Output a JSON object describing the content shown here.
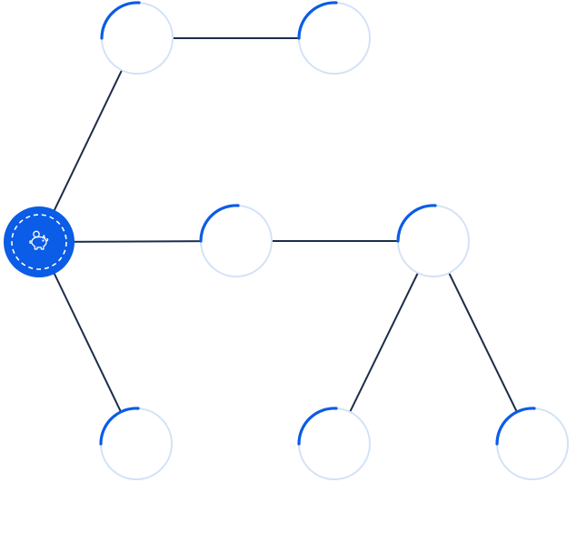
{
  "colors": {
    "background": "#ffffff",
    "edge": "#1c2d4a",
    "ring": "#d3e2f6",
    "accent": "#0b5ce6",
    "icon": "#ffffff"
  },
  "graph": {
    "nodes": [
      {
        "id": "root",
        "active": true,
        "icon": "piggy-bank-icon"
      },
      {
        "id": "node-top-left",
        "active": false
      },
      {
        "id": "node-top-right",
        "active": false
      },
      {
        "id": "node-middle",
        "active": false
      },
      {
        "id": "node-middle-right",
        "active": false
      },
      {
        "id": "node-bottom-left",
        "active": false
      },
      {
        "id": "node-bottom-middle",
        "active": false
      },
      {
        "id": "node-bottom-right",
        "active": false
      }
    ],
    "edges": [
      {
        "from": "root",
        "to": "node-top-left"
      },
      {
        "from": "node-top-left",
        "to": "node-top-right"
      },
      {
        "from": "root",
        "to": "node-middle"
      },
      {
        "from": "node-middle",
        "to": "node-middle-right"
      },
      {
        "from": "root",
        "to": "node-bottom-left"
      },
      {
        "from": "node-middle-right",
        "to": "node-bottom-middle"
      },
      {
        "from": "node-middle-right",
        "to": "node-bottom-right"
      }
    ]
  }
}
